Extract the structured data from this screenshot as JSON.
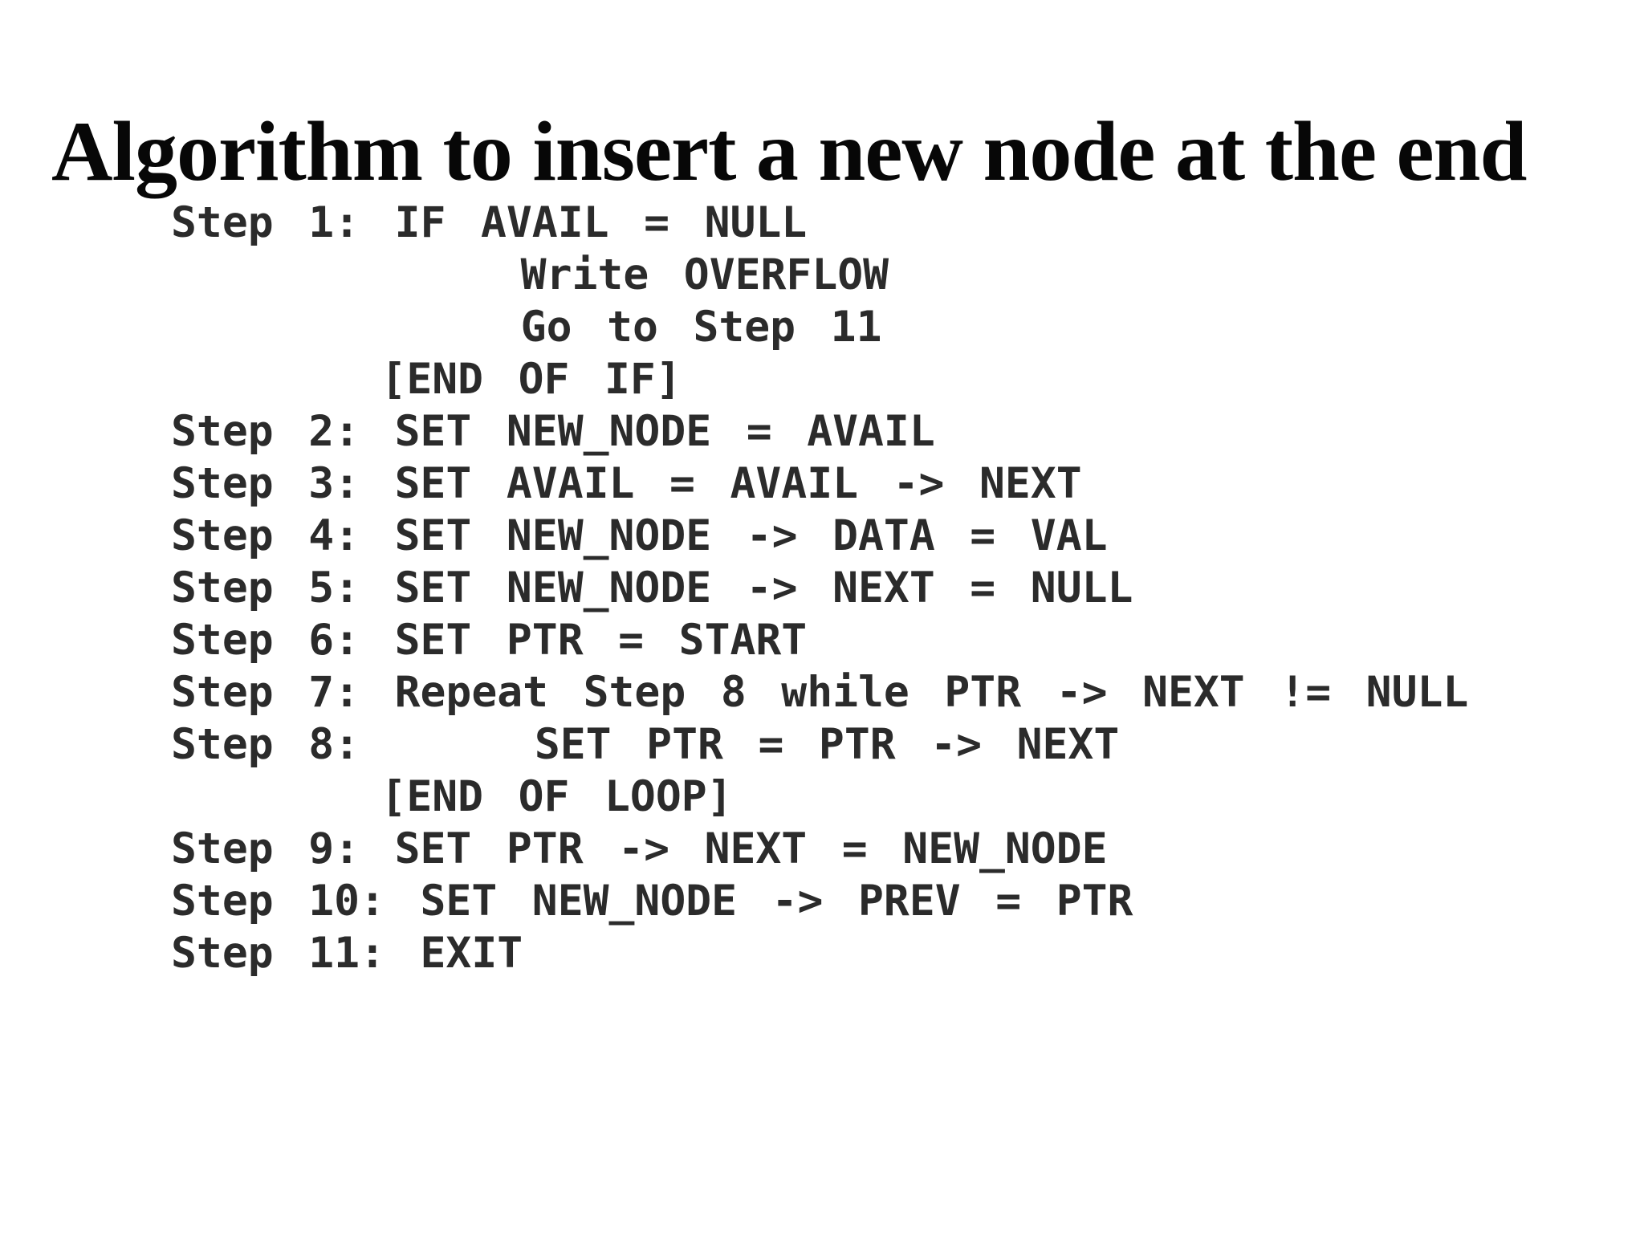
{
  "slide": {
    "title": "Algorithm to insert a new node at the end",
    "algorithm": {
      "lines": [
        "Step 1: IF AVAIL = NULL",
        "          Write OVERFLOW",
        "          Go to Step 11",
        "      [END OF IF]",
        "Step 2: SET NEW_NODE = AVAIL",
        "Step 3: SET AVAIL = AVAIL -> NEXT",
        "Step 4: SET NEW_NODE -> DATA = VAL",
        "Step 5: SET NEW_NODE -> NEXT = NULL",
        "Step 6: SET PTR = START",
        "Step 7: Repeat Step 8 while PTR -> NEXT != NULL",
        "Step 8:     SET PTR = PTR -> NEXT",
        "      [END OF LOOP]",
        "Step 9: SET PTR -> NEXT = NEW_NODE",
        "Step 10: SET NEW_NODE -> PREV = PTR",
        "Step 11: EXIT"
      ]
    }
  },
  "colors": {
    "background": "#ffffff",
    "title_text": "#070707",
    "code_text": "#2b2b2b"
  }
}
